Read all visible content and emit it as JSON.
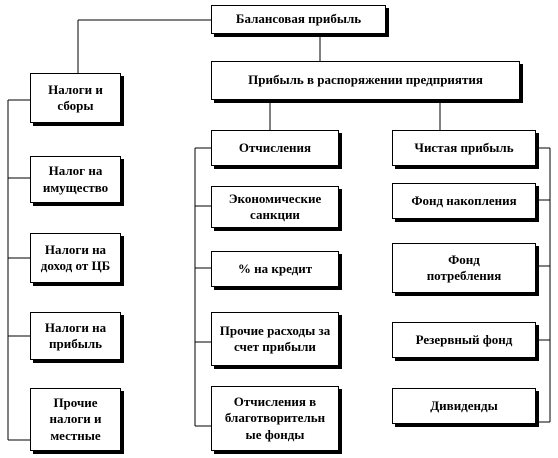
{
  "diagram": {
    "nodes": {
      "balance_profit": "Балансовая прибыль",
      "taxes_and_fees": "Налоги и\nсборы",
      "property_tax": "Налог на\nимущество",
      "securities_income_tax": "Налоги на\nдоход от ЦБ",
      "profit_tax": "Налоги на\nприбыль",
      "other_local_taxes": "Прочие\nналоги и\nместные",
      "profit_at_disposal": "Прибыль в распоряжении предприятия",
      "deductions": "Отчисления",
      "net_profit": "Чистая прибыль",
      "economic_sanctions": "Экономические\nсанкции",
      "loan_interest": "% на кредит",
      "other_expenses": "Прочие расходы за\nсчет прибыли",
      "charity": "Отчисления в\nблаготворительн\nые фонды",
      "accumulation_fund": "Фонд накопления",
      "consumption_fund": "Фонд\nпотребления",
      "reserve_fund": "Резервный фонд",
      "dividends": "Дивиденды"
    }
  }
}
